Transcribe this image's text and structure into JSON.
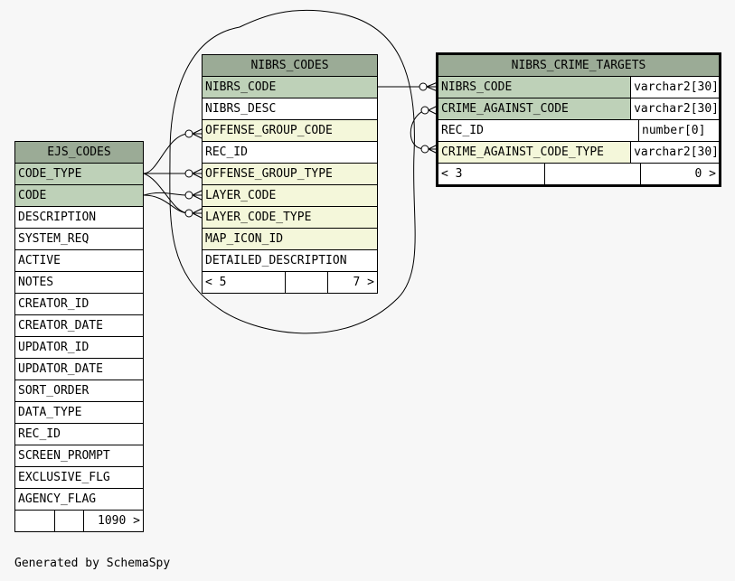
{
  "tables": {
    "ejs_codes": {
      "name": "EJS_CODES",
      "columns": [
        {
          "name": "CODE_TYPE",
          "kind": "pk"
        },
        {
          "name": "CODE",
          "kind": "pk"
        },
        {
          "name": "DESCRIPTION",
          "kind": ""
        },
        {
          "name": "SYSTEM_REQ",
          "kind": ""
        },
        {
          "name": "ACTIVE",
          "kind": ""
        },
        {
          "name": "NOTES",
          "kind": ""
        },
        {
          "name": "CREATOR_ID",
          "kind": ""
        },
        {
          "name": "CREATOR_DATE",
          "kind": ""
        },
        {
          "name": "UPDATOR_ID",
          "kind": ""
        },
        {
          "name": "UPDATOR_DATE",
          "kind": ""
        },
        {
          "name": "SORT_ORDER",
          "kind": ""
        },
        {
          "name": "DATA_TYPE",
          "kind": ""
        },
        {
          "name": "REC_ID",
          "kind": ""
        },
        {
          "name": "SCREEN_PROMPT",
          "kind": ""
        },
        {
          "name": "EXCLUSIVE_FLG",
          "kind": ""
        },
        {
          "name": "AGENCY_FLAG",
          "kind": ""
        }
      ],
      "footer": {
        "left": "",
        "middle": "",
        "right": "1090 >"
      }
    },
    "nibrs_codes": {
      "name": "NIBRS_CODES",
      "columns": [
        {
          "name": "NIBRS_CODE",
          "kind": "pk"
        },
        {
          "name": "NIBRS_DESC",
          "kind": ""
        },
        {
          "name": "OFFENSE_GROUP_CODE",
          "kind": "fk"
        },
        {
          "name": "REC_ID",
          "kind": ""
        },
        {
          "name": "OFFENSE_GROUP_TYPE",
          "kind": "fk"
        },
        {
          "name": "LAYER_CODE",
          "kind": "fk"
        },
        {
          "name": "LAYER_CODE_TYPE",
          "kind": "fk"
        },
        {
          "name": "MAP_ICON_ID",
          "kind": "fk"
        },
        {
          "name": "DETAILED_DESCRIPTION",
          "kind": ""
        }
      ],
      "footer": {
        "left": "< 5",
        "middle": "",
        "right": "7 >"
      }
    },
    "nibrs_crime_targets": {
      "name": "NIBRS_CRIME_TARGETS",
      "columns": [
        {
          "name": "NIBRS_CODE",
          "type": "varchar2[30]",
          "kind": "pk"
        },
        {
          "name": "CRIME_AGAINST_CODE",
          "type": "varchar2[30]",
          "kind": "pk"
        },
        {
          "name": "REC_ID",
          "type": "number[0]",
          "kind": ""
        },
        {
          "name": "CRIME_AGAINST_CODE_TYPE",
          "type": "varchar2[30]",
          "kind": "fk"
        }
      ],
      "footer": {
        "left": "< 3",
        "middle": "",
        "right": "0 >"
      }
    }
  },
  "caption": "Generated by SchemaSpy",
  "colors": {
    "header": "#9bab96",
    "primary_key": "#bed1b8",
    "foreign_key": "#f4f7da",
    "background": "#f7f7f7"
  }
}
